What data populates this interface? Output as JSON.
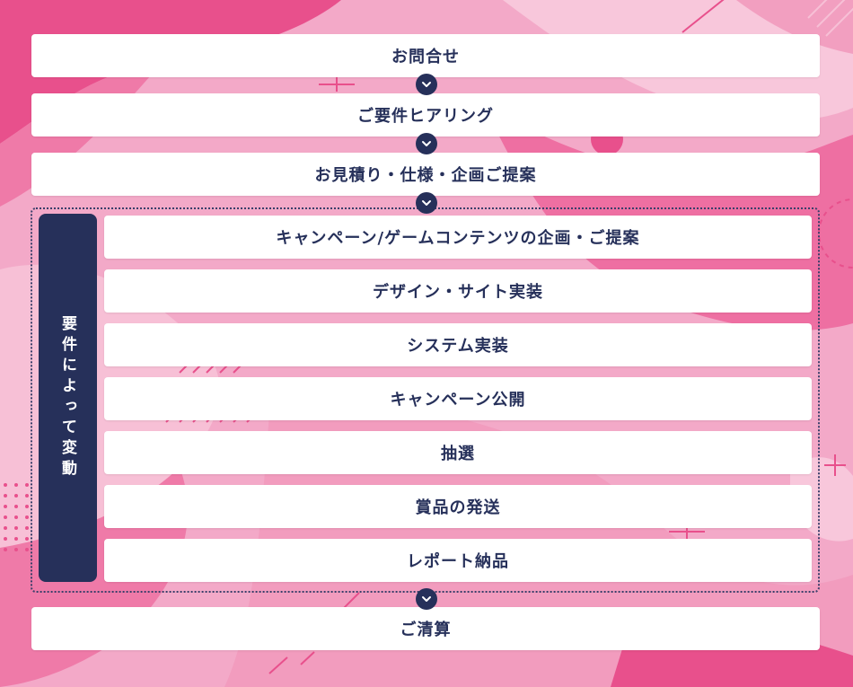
{
  "steps": {
    "inquiry": "お問合せ",
    "hearing": "ご要件ヒアリング",
    "estimate": "お見積り・仕様・企画ご提案",
    "settlement": "ご清算"
  },
  "group": {
    "side_label": "要件によって変動",
    "items": [
      "キャンペーン/ゲームコンテンツの企画・ご提案",
      "デザイン・サイト実装",
      "システム実装",
      "キャンペーン公開",
      "抽選",
      "賞品の発送",
      "レポート納品"
    ]
  },
  "colors": {
    "navy": "#26305a",
    "pink": "#f4a7c6",
    "magenta": "#e8508c"
  },
  "icons": {
    "arrow": "chevron-down-icon"
  }
}
